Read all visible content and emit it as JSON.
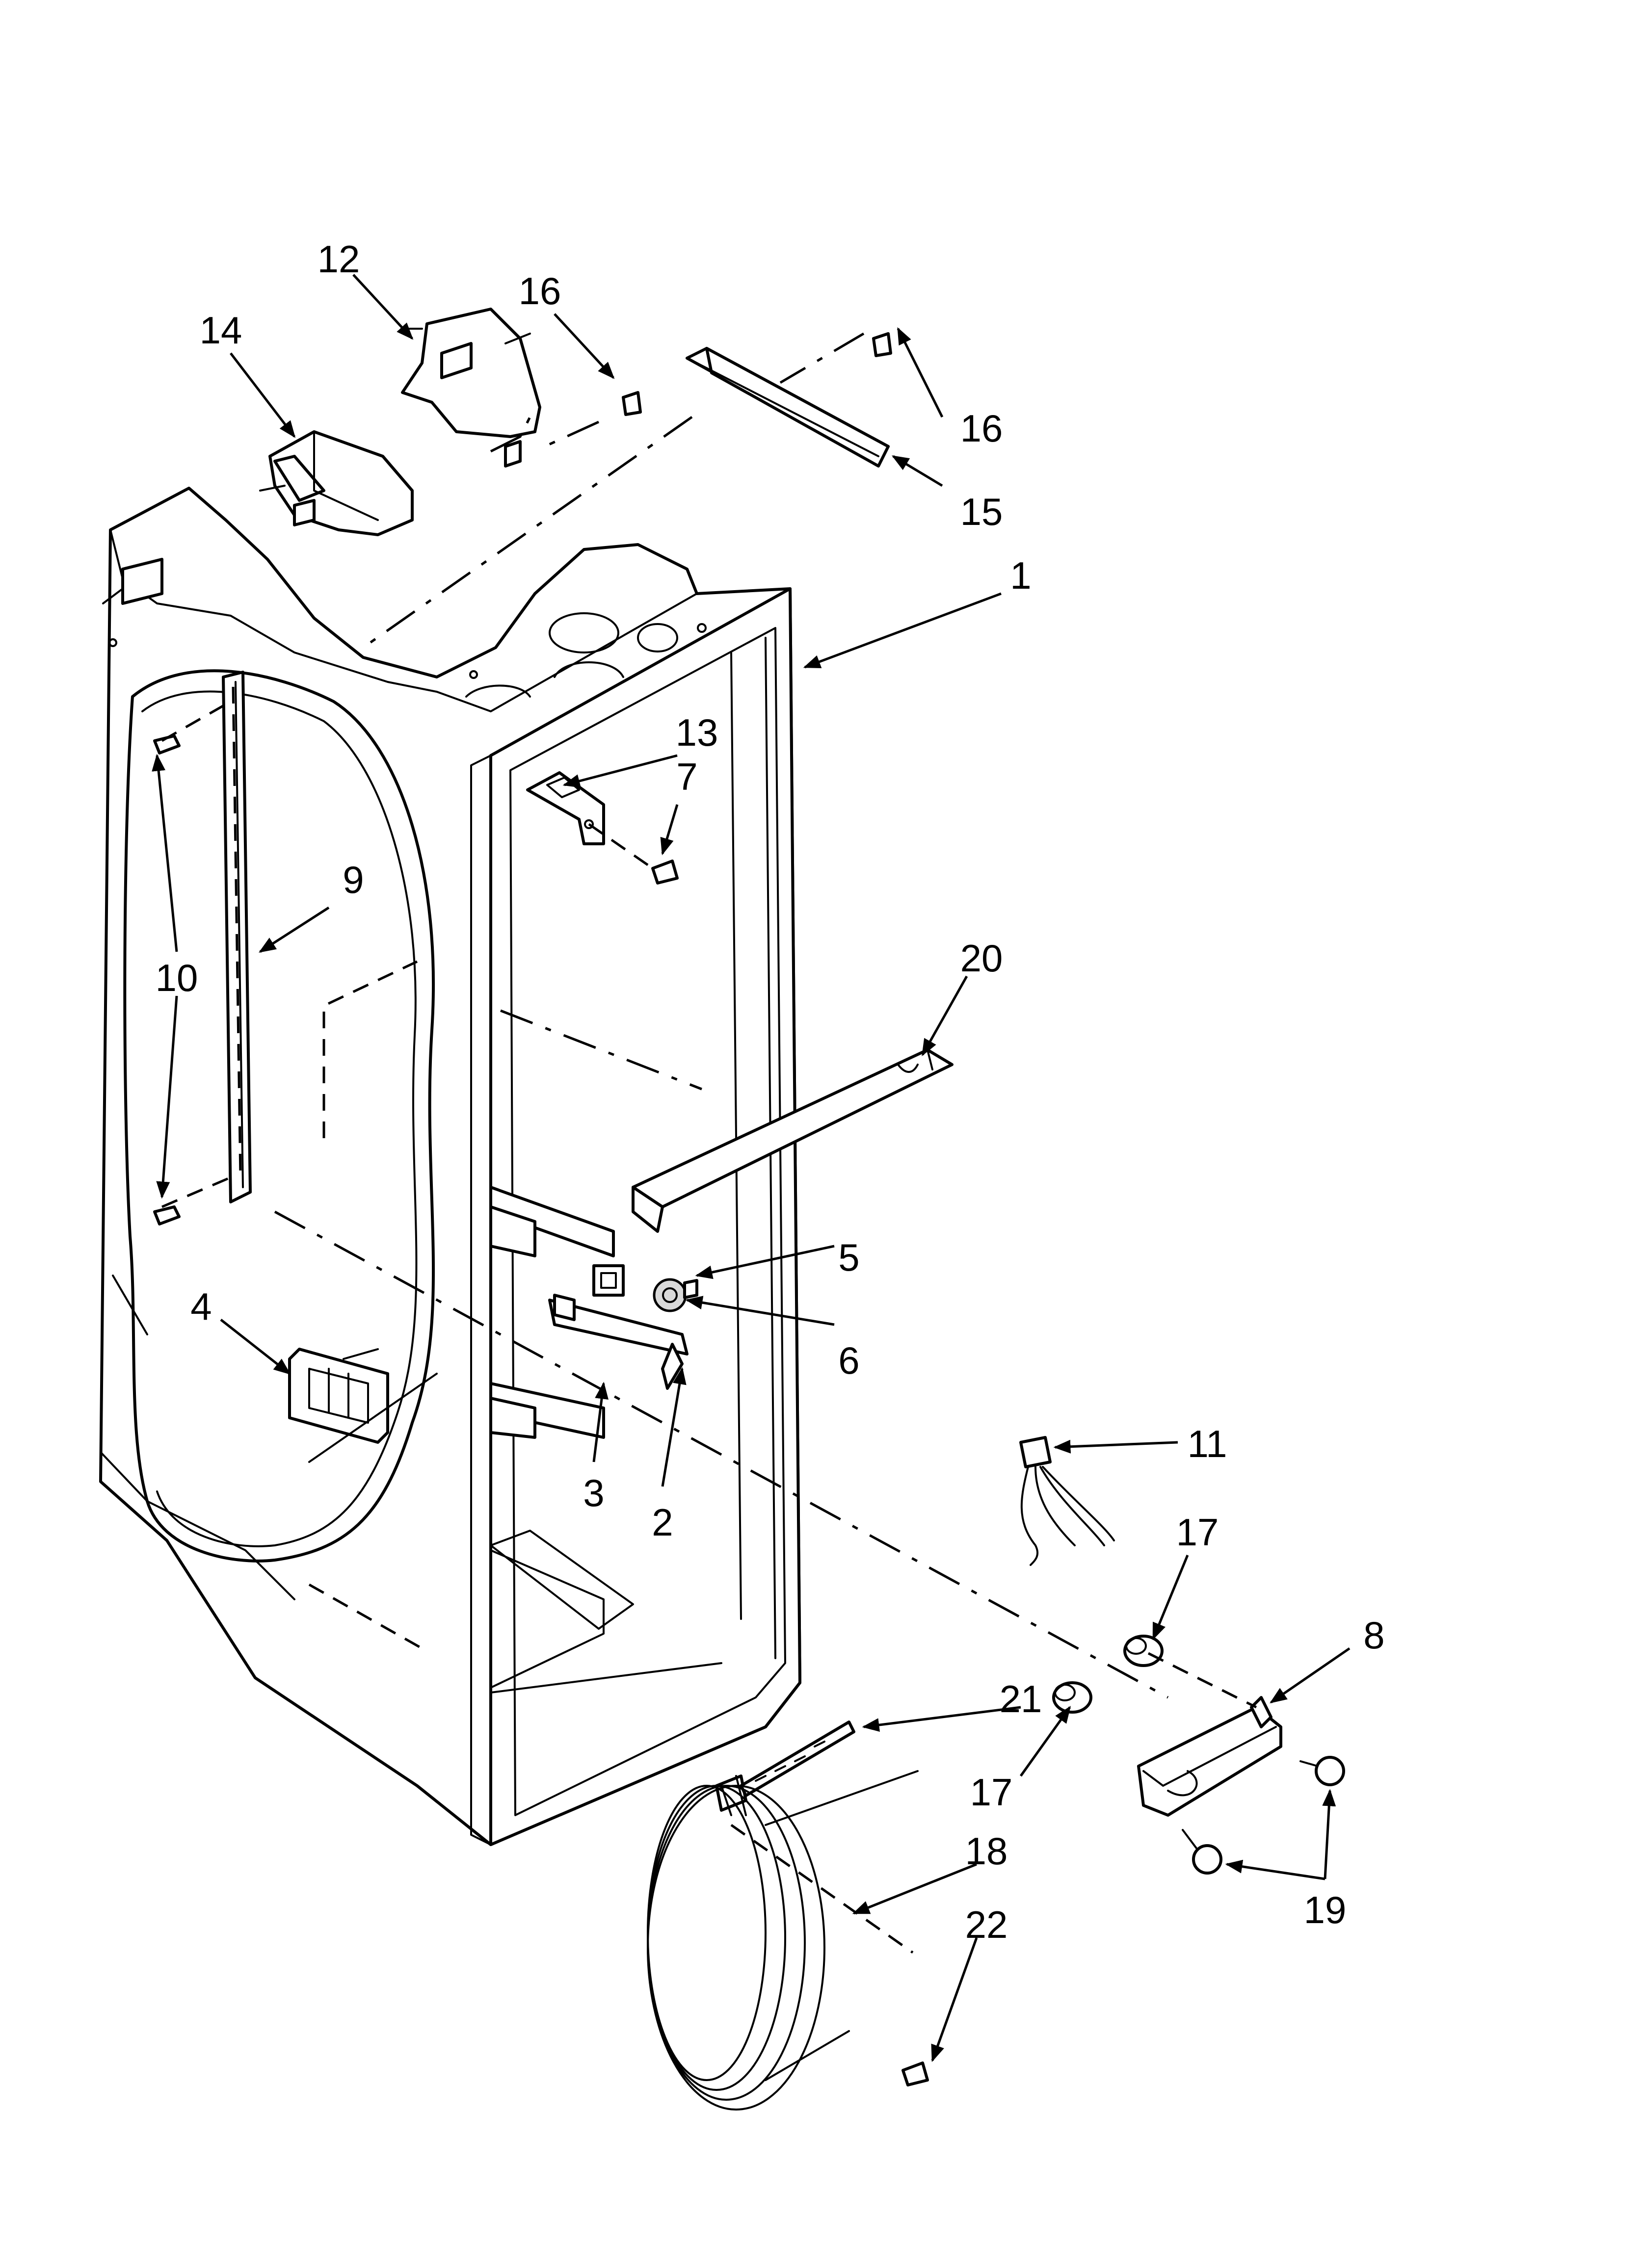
{
  "callouts": {
    "c1": "1",
    "c2": "2",
    "c3": "3",
    "c4": "4",
    "c5": "5",
    "c6": "6",
    "c7": "7",
    "c8": "8",
    "c9": "9",
    "c10": "10",
    "c11": "11",
    "c12": "12",
    "c13": "13",
    "c14": "14",
    "c15": "15",
    "c16a": "16",
    "c16b": "16",
    "c17a": "17",
    "c17b": "17",
    "c18": "18",
    "c19": "19",
    "c20": "20",
    "c21": "21",
    "c22": "22"
  }
}
